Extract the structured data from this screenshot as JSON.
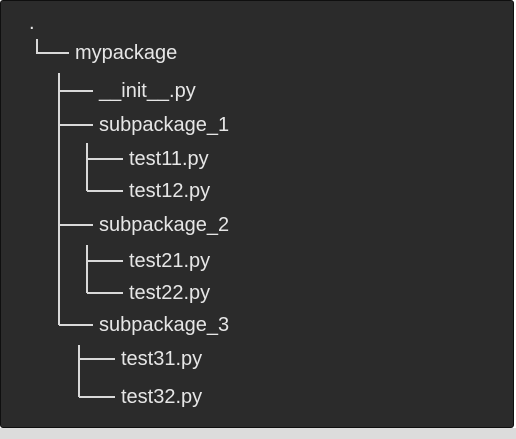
{
  "tree": {
    "root": ".",
    "nodes": [
      {
        "label": "mypackage",
        "depth": 1,
        "last": true
      },
      {
        "label": "__init__.py",
        "depth": 2,
        "last": false
      },
      {
        "label": "subpackage_1",
        "depth": 2,
        "last": false
      },
      {
        "label": "test11.py",
        "depth": 3,
        "last": false
      },
      {
        "label": "test12.py",
        "depth": 3,
        "last": true
      },
      {
        "label": "subpackage_2",
        "depth": 2,
        "last": false
      },
      {
        "label": "test21.py",
        "depth": 3,
        "last": false
      },
      {
        "label": "test22.py",
        "depth": 3,
        "last": true
      },
      {
        "label": "subpackage_3",
        "depth": 2,
        "last": true
      },
      {
        "label": "test31.py",
        "depth": 3,
        "last": false
      },
      {
        "label": "test32.py",
        "depth": 3,
        "last": true
      }
    ]
  },
  "colors": {
    "background": "#2b2b2b",
    "text": "#e6e6e6",
    "lines": "#d9d9d9"
  }
}
